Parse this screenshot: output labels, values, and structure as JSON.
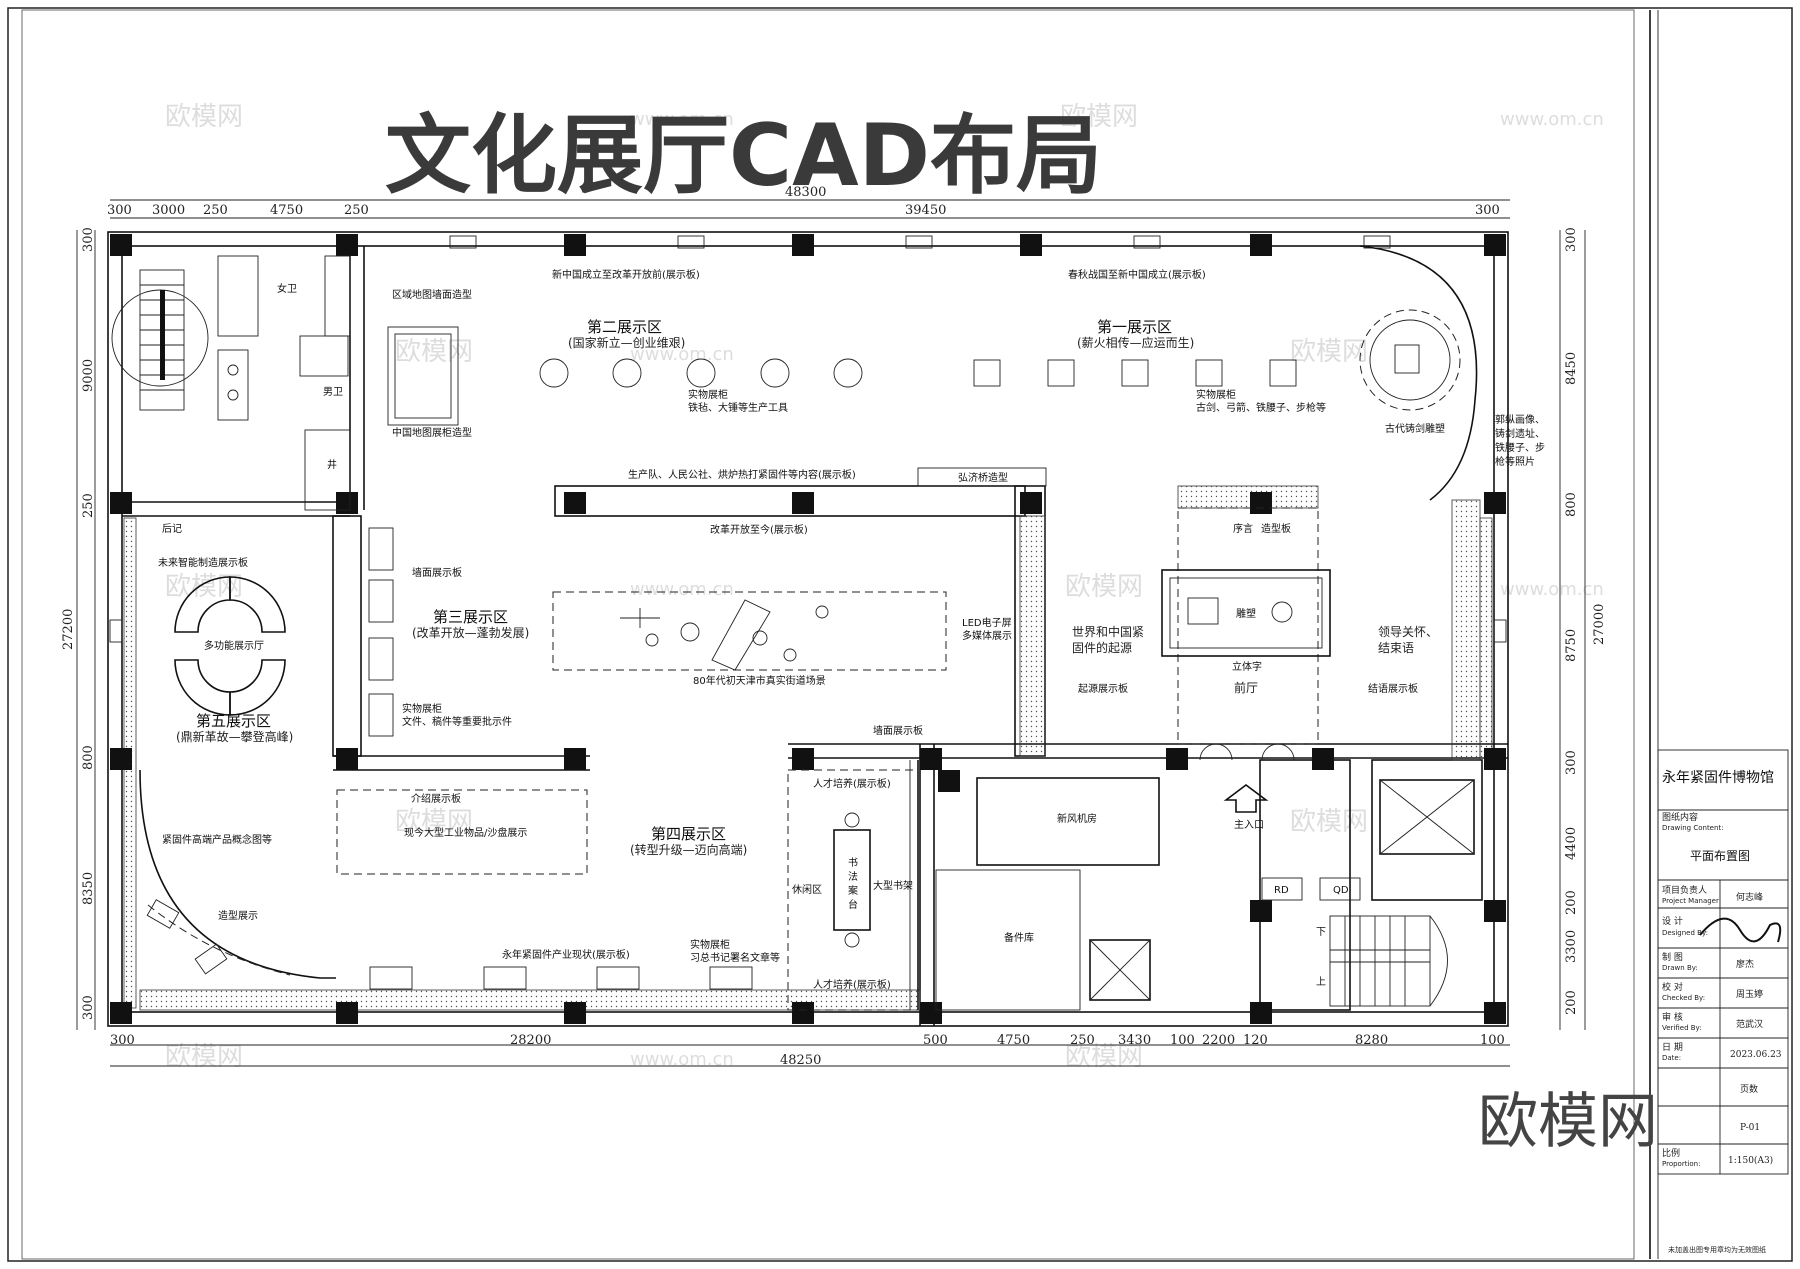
{
  "title": "文化展厅CAD布局",
  "watermark": "欧模网",
  "watermark_url": "www.om.cn",
  "brand_mark": "欧模网",
  "dims_top": {
    "overall": "48300",
    "segments": [
      "300",
      "3000",
      "250",
      "4750",
      "250",
      "39450",
      "300"
    ]
  },
  "dims_bottom": {
    "overall": "48250",
    "segments": [
      "300",
      "28200",
      "500",
      "4750",
      "250",
      "3430",
      "100",
      "2200",
      "120",
      "8280",
      "100"
    ]
  },
  "dims_left": {
    "overall": "27200",
    "segments": [
      "300",
      "9000",
      "250",
      "800",
      "8350",
      "300"
    ]
  },
  "dims_right": {
    "overall": "27000",
    "segments": [
      "300",
      "8450",
      "800",
      "8750",
      "300",
      "4400",
      "200",
      "3300",
      "200"
    ]
  },
  "zones": [
    {
      "name": "第一展示区",
      "sub": "(薪火相传—应运而生)"
    },
    {
      "name": "第二展示区",
      "sub": "(国家新立—创业维艰)"
    },
    {
      "name": "第三展示区",
      "sub": "(改革开放—蓬勃发展)"
    },
    {
      "name": "第四展示区",
      "sub": "(转型升级—迈向高端)"
    },
    {
      "name": "第五展示区",
      "sub": "(鼎新革故—攀登高峰)"
    }
  ],
  "labels": {
    "wc_female": "女卫",
    "wc_male": "男卫",
    "well": "井",
    "regional_map": "区域地图墙面造型",
    "china_map": "中国地图展柜造型",
    "panel_new_china": "新中国成立至改革开放前(展示板)",
    "panel_spring": "春秋战国至新中国成立(展示板)",
    "cabinet": "实物展柜",
    "cabinet_tools": "铁毡、大锤等生产工具",
    "cabinet_weapons": "古剑、弓箭、铁腰子、步枪等",
    "sculpture_ancient": "古代铸剑雕塑",
    "right_note": [
      "郭纵画像、",
      "铸剑遗址、",
      "铁腰子、步",
      "枪等照片"
    ],
    "panel_commune": "生产队、人民公社、烘炉热打紧固件等内容(展示板)",
    "hongji_bridge": "弘济桥造型",
    "panel_reform": "改革开放至今(展示板)",
    "wall_panel": "墙面展示板",
    "street_scene": "80年代初天津市真实街道场景",
    "led": [
      "LED电子屏",
      "多媒体展示"
    ],
    "world_china": [
      "世界和中国紧",
      "固件的起源"
    ],
    "origin_panel": "起源展示板",
    "preface": "序言",
    "preface_panel": "造型板",
    "sculpture": "雕塑",
    "stand_text": "立体字",
    "front_hall": "前厅",
    "leader_care": [
      "领导关怀、",
      "结束语"
    ],
    "ending_panel": "结语展示板",
    "cabinet_docs": "文件、稿件等重要批示件",
    "afterword": "后记",
    "future_panel": "未来智能制造展示板",
    "multi_hall": "多功能展示厅",
    "intro_panel": "介绍展示板",
    "industry_model": "现今大型工业物品/沙盘展示",
    "concept_panel": "紧固件高端产品概念图等",
    "shaped_display": "造型展示",
    "industry_status": "永年紧固件产业现状(展示板)",
    "cabinet_xi": "习总书记署名文章等",
    "talent_panel": "人才培养(展示板)",
    "rest_area": "休闲区",
    "calligraphy": [
      "书",
      "法",
      "案",
      "台"
    ],
    "bookshelf": "大型书架",
    "fresh_air": "新风机房",
    "main_entry": "主入口",
    "storage": "备件库",
    "rd": "RD",
    "qd": "QD",
    "stair_down": "下",
    "stair_up": "上"
  },
  "title_block": {
    "project": "永年紧固件博物馆",
    "drawing_content_cn": "图纸内容",
    "drawing_content_en": "Drawing Content:",
    "drawing_name": "平面布置图",
    "pm_label_cn": "项目负责人",
    "pm_label_en": "Project Manager:",
    "pm_value": "何志峰",
    "designer_cn": "设 计",
    "designer_en": "Designed By:",
    "drawer_cn": "制 图",
    "drawer_en": "Drawn By:",
    "drawer_value": "廖杰",
    "checker_cn": "校 对",
    "checker_en": "Checked By:",
    "checker_value": "周玉婷",
    "verifier_cn": "审 核",
    "verifier_en": "Verified By:",
    "verifier_value": "范武汉",
    "date_cn": "日 期",
    "date_en": "Date:",
    "date_value": "2023.06.23",
    "pages_value": "页数",
    "sheet_value": "P-01",
    "scale_cn": "比例",
    "scale_en": "Proportion:",
    "scale_value": "1:150(A3)",
    "footnote": "未加盖出图专用章均为无效图纸"
  }
}
